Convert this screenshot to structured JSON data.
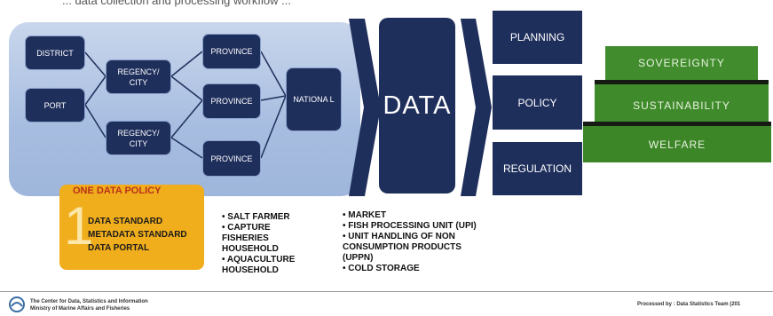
{
  "header": {
    "top_text": "... data collection and processing workflow ..."
  },
  "flow": {
    "district": "DISTRICT",
    "port": "PORT",
    "regency_top": "REGENCY/ CITY",
    "regency_bottom": "REGENCY/ CITY",
    "province_top": "PROVINCE",
    "province_mid": "PROVINCE",
    "province_bottom": "PROVINCE",
    "national": "NATIONA L"
  },
  "data_label": "DATA",
  "outputs": [
    "PLANNING",
    "POLICY",
    "REGULATION"
  ],
  "steps": [
    "SOVEREIGNTY",
    "SUSTAINABILITY",
    "WELFARE"
  ],
  "policy_card": {
    "title": "ONE DATA POLICY",
    "number": "1",
    "items": [
      "DATA STANDARD",
      "METADATA STANDARD",
      "DATA PORTAL"
    ]
  },
  "list_left": [
    "• SALT FARMER",
    "• CAPTURE",
    "   FISHERIES",
    "   HOUSEHOLD",
    "• AQUACULTURE",
    "   HOUSEHOLD"
  ],
  "list_right": [
    "• MARKET",
    "• FISH PROCESSING UNIT (UPI)",
    "• UNIT HANDLING OF NON",
    "   CONSUMPTION PRODUCTS",
    "   (UPPN)",
    "• COLD STORAGE"
  ],
  "footer": {
    "org_line1": "The Center for Data, Statistics and Information",
    "org_line2": "Ministry of Marine Affairs and Fisheries",
    "processed_by": "Processed by : Data Statistics Team (201"
  },
  "colors": {
    "navy": "#1f2f5c",
    "green": "#3e8a2a",
    "orange": "#f0ad1c",
    "light_blue": "#b3c6e6"
  }
}
